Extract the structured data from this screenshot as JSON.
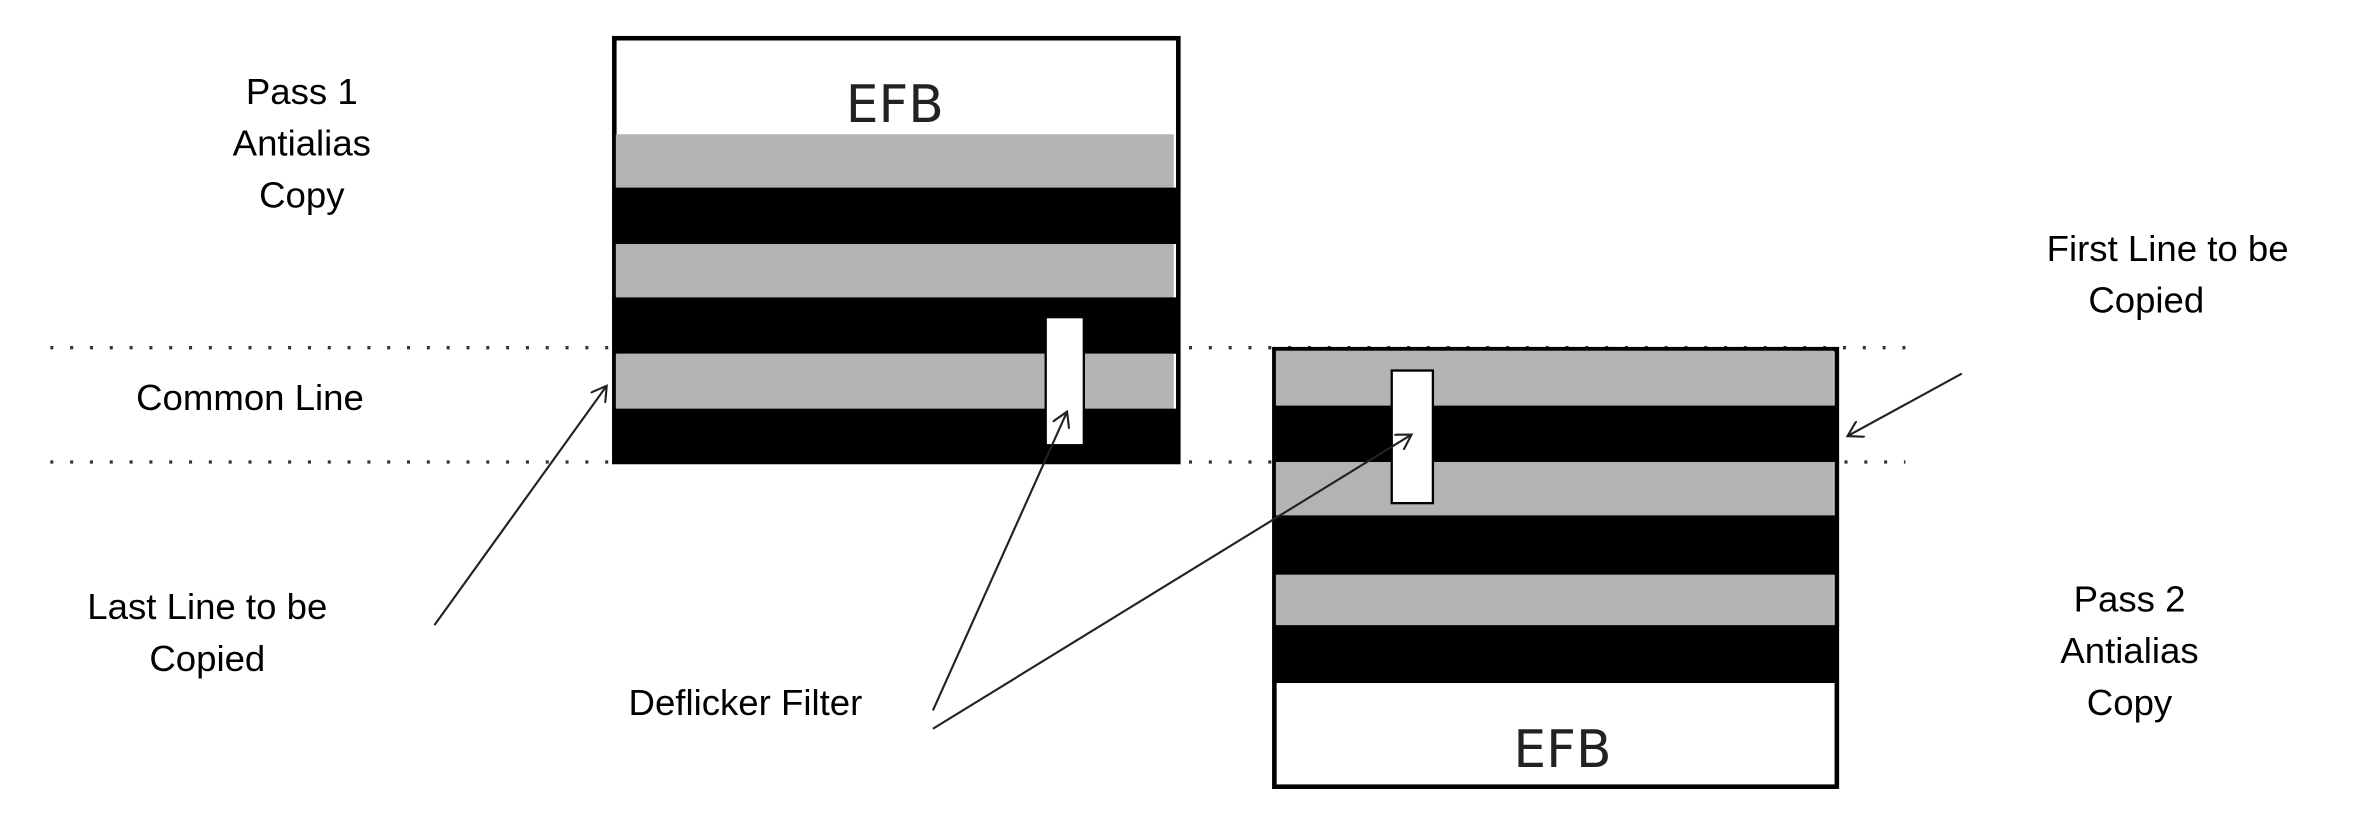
{
  "pass1": {
    "lines": [
      "Pass 1",
      "Antialias",
      "Copy"
    ]
  },
  "pass2": {
    "lines": [
      "Pass 2",
      "Antialias",
      "Copy"
    ]
  },
  "efb_label": "EFB",
  "common_line": "Common Line",
  "last_line": {
    "lines": [
      "Last Line to be",
      "Copied"
    ]
  },
  "first_line": {
    "lines": [
      "First Line to be",
      "Copied"
    ]
  },
  "deflicker": "Deflicker Filter",
  "colors": {
    "gray_band": "#b3b3b3",
    "black_band": "#000000"
  }
}
